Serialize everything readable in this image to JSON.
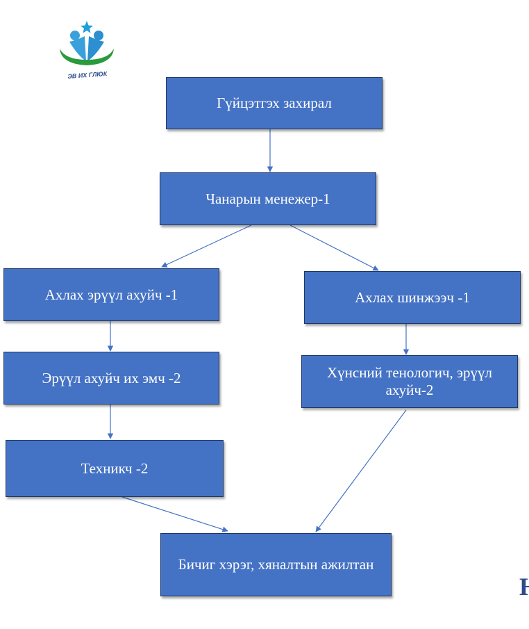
{
  "logo": {
    "text": "ЭВ ИХ ГЛЮК",
    "colors": {
      "star": "#1e9fd8",
      "left": "#3aa0dc",
      "right": "#2b8fd0",
      "arc": "#2a9a3c"
    }
  },
  "nodes": {
    "executive_director": "Гүйцэтгэх захирал",
    "quality_manager": "Чанарын менежер-1",
    "senior_hygienist": "Ахлах эрүүл ахуйч -1",
    "senior_analyst": "Ахлах шинжээч -1",
    "hygiene_chief_doctor": "Эрүүл ахуйч их эмч -2",
    "food_technologist": "Хүнсний тенологич, эрүүл ахуйч-2",
    "technician": "Техникч -2",
    "records_officer": "Бичиг хэрэг, хяналтын ажилтан"
  },
  "cut_off_glyph": "Н",
  "colors": {
    "box_fill": "#4472c4",
    "box_border": "#1f3864",
    "connector": "#4472c4"
  }
}
